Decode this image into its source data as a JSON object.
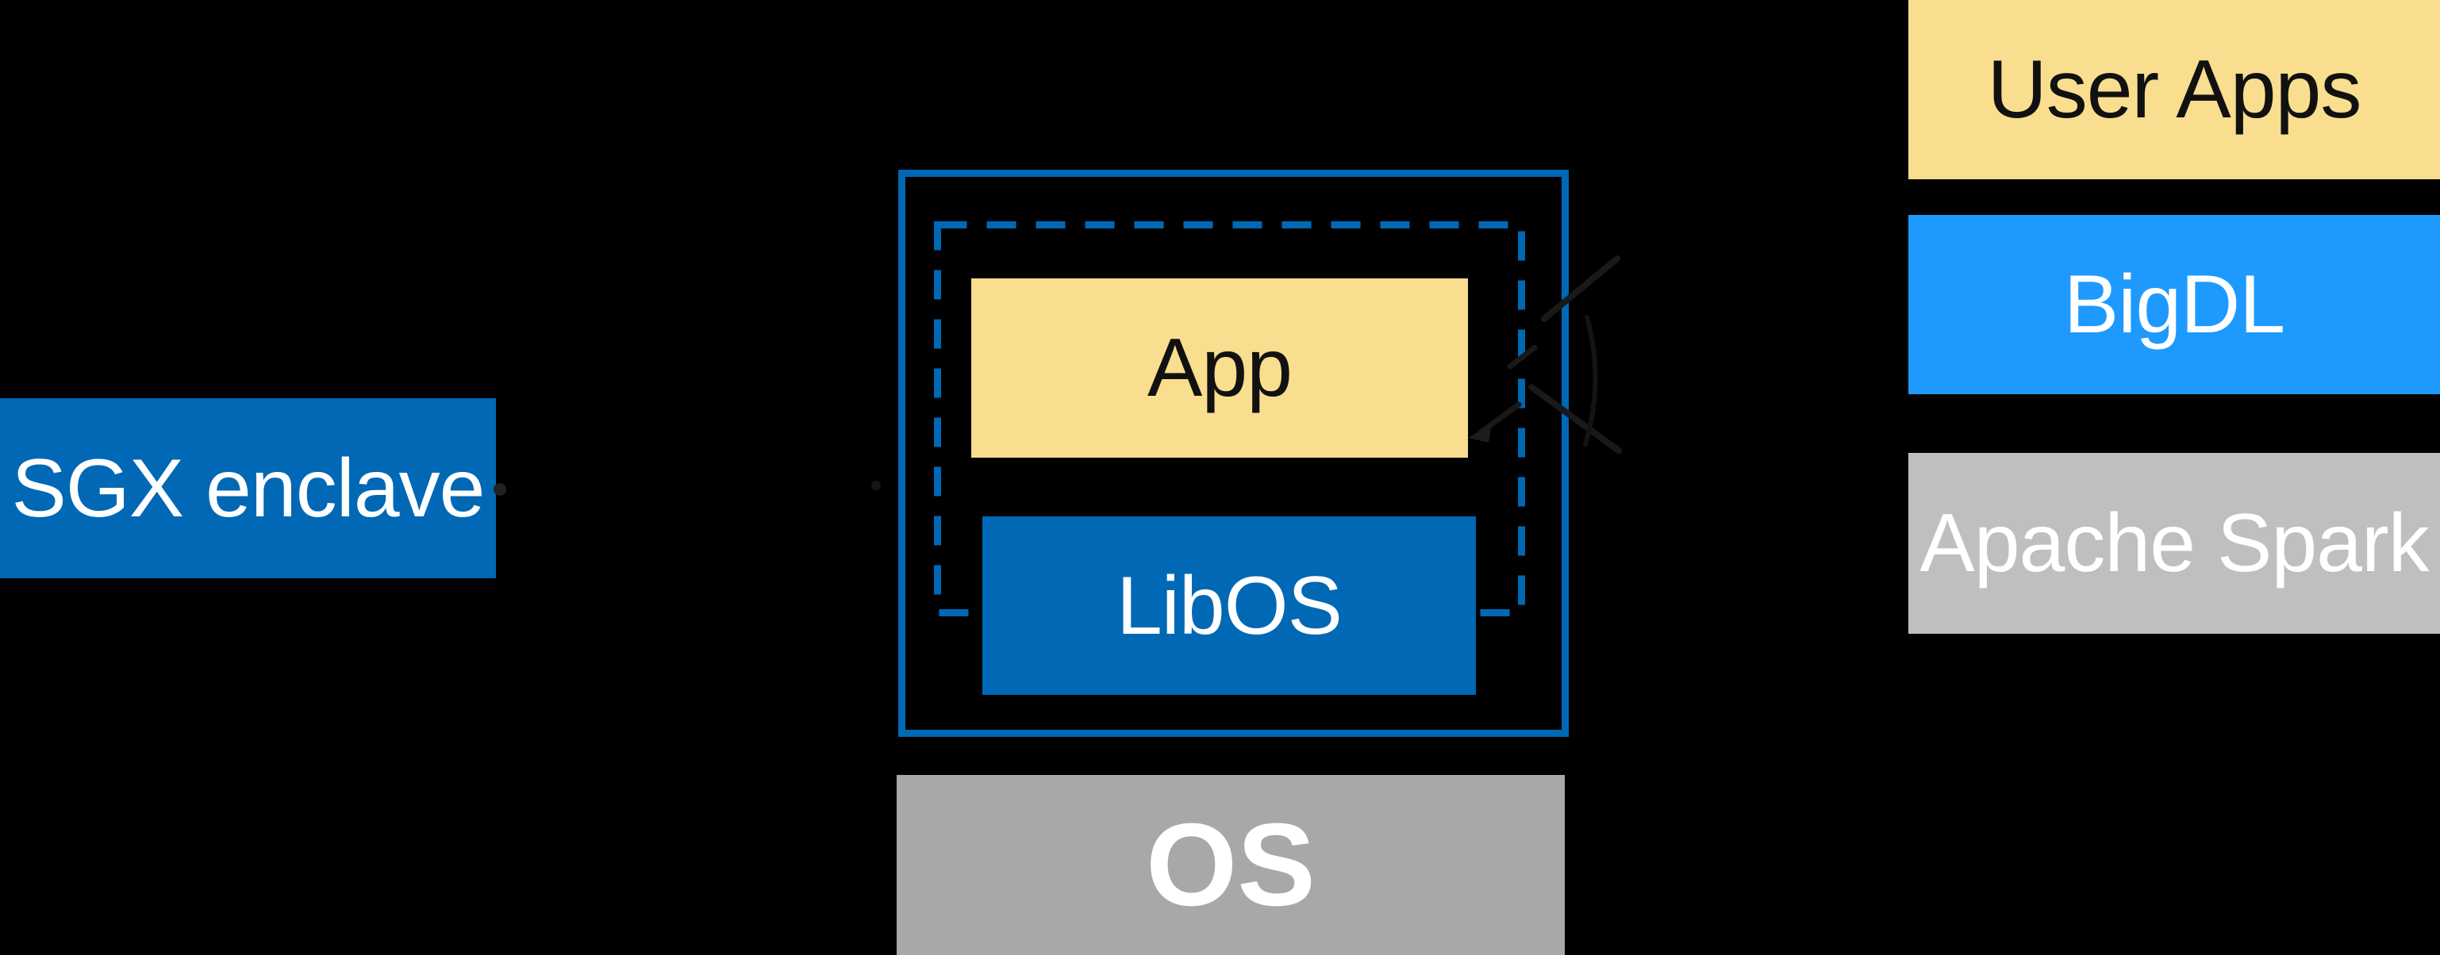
{
  "diagram": {
    "background": "#000000",
    "left": {
      "sgx_label": "SGX enclave"
    },
    "center": {
      "app_label": "App",
      "libos_label": "LibOS",
      "os_label": "OS"
    },
    "right": {
      "items": [
        {
          "label": "User Apps"
        },
        {
          "label": "BigDL"
        },
        {
          "label": "Apache Spark"
        }
      ]
    },
    "colors": {
      "intel_blue": "#0068b5",
      "bigdl_azure": "#1e9aff",
      "app_yellow": "#f8de8e",
      "spark_gray": "#bfbfbf",
      "os_gray": "#a8a8a8",
      "dark_text": "#111111",
      "light_text": "#ffffff",
      "annotation_ink": "#191919"
    }
  }
}
